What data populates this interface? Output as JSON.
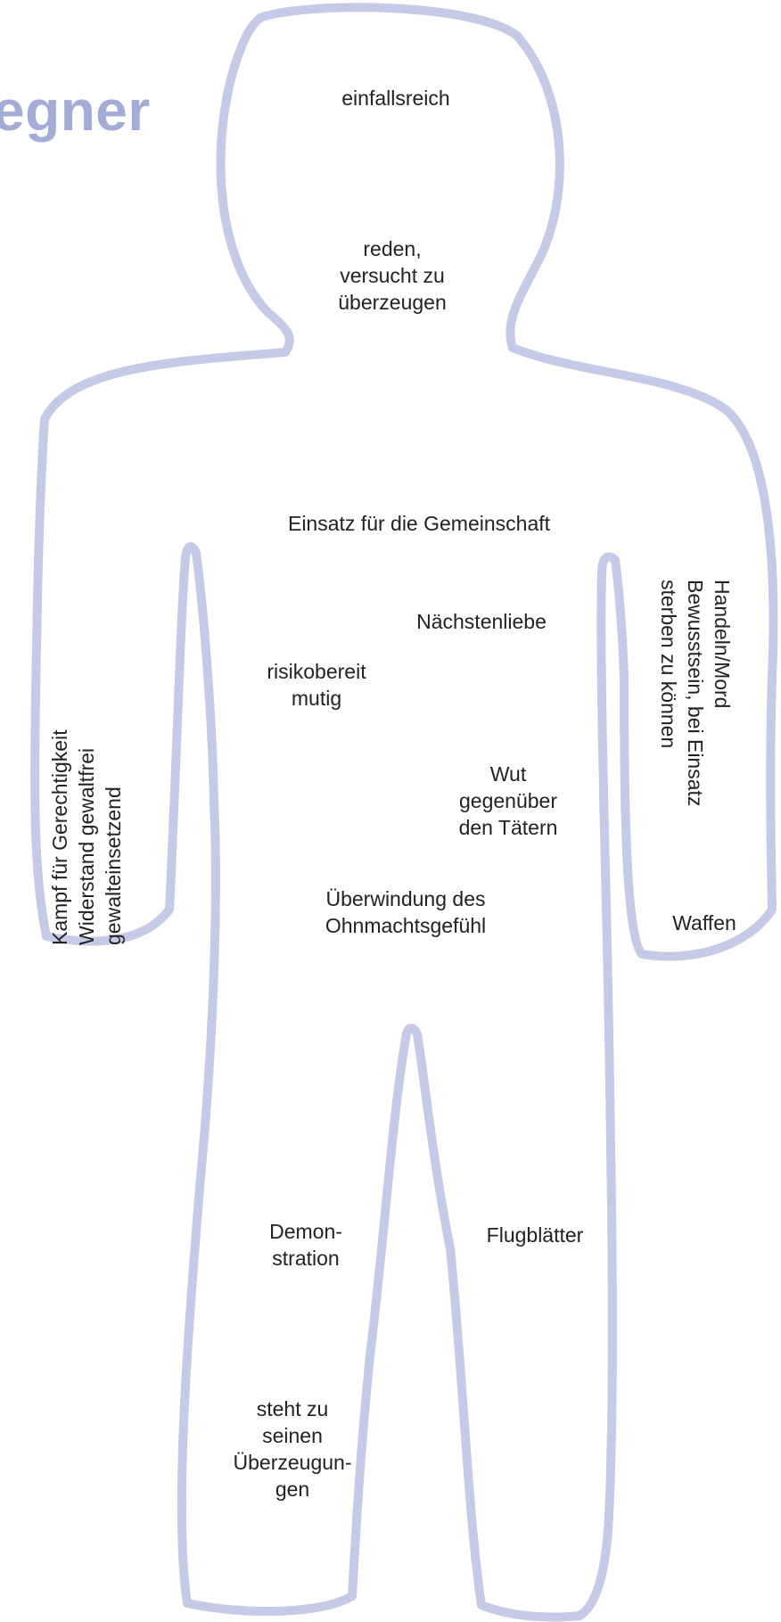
{
  "title": "egner",
  "colors": {
    "outline": "#c5cae6",
    "title": "#a3acd6",
    "text": "#222222"
  },
  "labels": {
    "head_top": "einfallsreich",
    "head_mouth": "reden,\nversucht zu\nüberzeugen",
    "chest": "Einsatz für die Gemeinschaft",
    "heart": "Nächstenliebe",
    "torso_left": "risikobereit\nmutig",
    "torso_right": "Wut\ngegenüber\nden Tätern",
    "belly": "Überwindung des\nOhnmachtsgefühl",
    "left_arm": "Kampf für Gerechtigkeit\nWiderstand gewaltfrei\ngewalteinsetzend",
    "right_arm": "Handeln/Mord\nBewusstsein, bei Einsatz\nsterben zu können",
    "right_hand": "Waffen",
    "left_leg_upper": "Demon-\nstration",
    "right_leg": "Flugblätter",
    "left_leg_lower": "steht zu\nseinen\nÜberzeugun-\ngen"
  }
}
